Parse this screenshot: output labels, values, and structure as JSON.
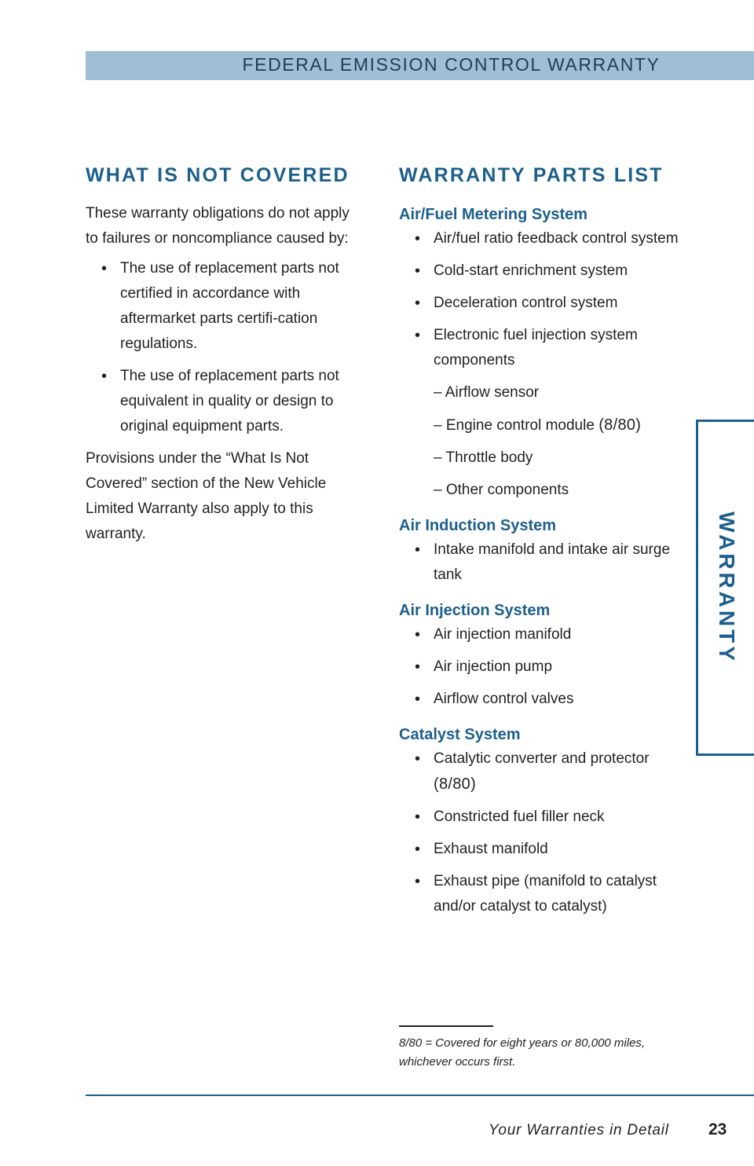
{
  "header": {
    "title": "FEDERAL EMISSION CONTROL WARRANTY"
  },
  "not_covered": {
    "title": "WHAT IS NOT COVERED",
    "intro": "These warranty obligations do not apply to failures or noncompliance caused by:",
    "bullets": [
      "The use of replacement parts not certified in accordance with aftermarket parts certifi-cation regulations.",
      "The use of replacement parts not equivalent in quality or design to original equipment parts."
    ],
    "provisions": "Provisions under the “What Is Not Covered” section of the New Vehicle Limited Warranty also apply to this warranty."
  },
  "parts_list": {
    "title": "WARRANTY PARTS LIST",
    "systems": [
      {
        "name": "Air/Fuel Metering System",
        "items": [
          "Air/fuel ratio feedback control system",
          "Cold-start enrichment system",
          "Deceleration control system",
          "Electronic fuel injection system components"
        ],
        "subitems": [
          {
            "text": "– Airflow sensor",
            "code": ""
          },
          {
            "text": "– Engine control module",
            "code": "(8/80)"
          },
          {
            "text": "– Throttle body",
            "code": ""
          },
          {
            "text": "– Other components",
            "code": ""
          }
        ]
      },
      {
        "name": "Air Induction System",
        "items": [
          "Intake manifold and intake air surge tank"
        ]
      },
      {
        "name": "Air Injection System",
        "items": [
          "Air injection manifold",
          "Air injection pump",
          "Airflow control valves"
        ]
      },
      {
        "name": "Catalyst System",
        "items": [
          {
            "text": "Catalytic converter and protector",
            "code": "(8/80)"
          },
          "Constricted fuel filler neck",
          "Exhaust manifold",
          "Exhaust pipe (manifold to catalyst and/or catalyst to catalyst)"
        ]
      }
    ]
  },
  "footnote": "8/80 = Covered for eight years or 80,000 miles, whichever occurs first.",
  "side_tab": "WARRANTY",
  "footer": {
    "label": "Your Warranties in Detail",
    "page": "23"
  }
}
